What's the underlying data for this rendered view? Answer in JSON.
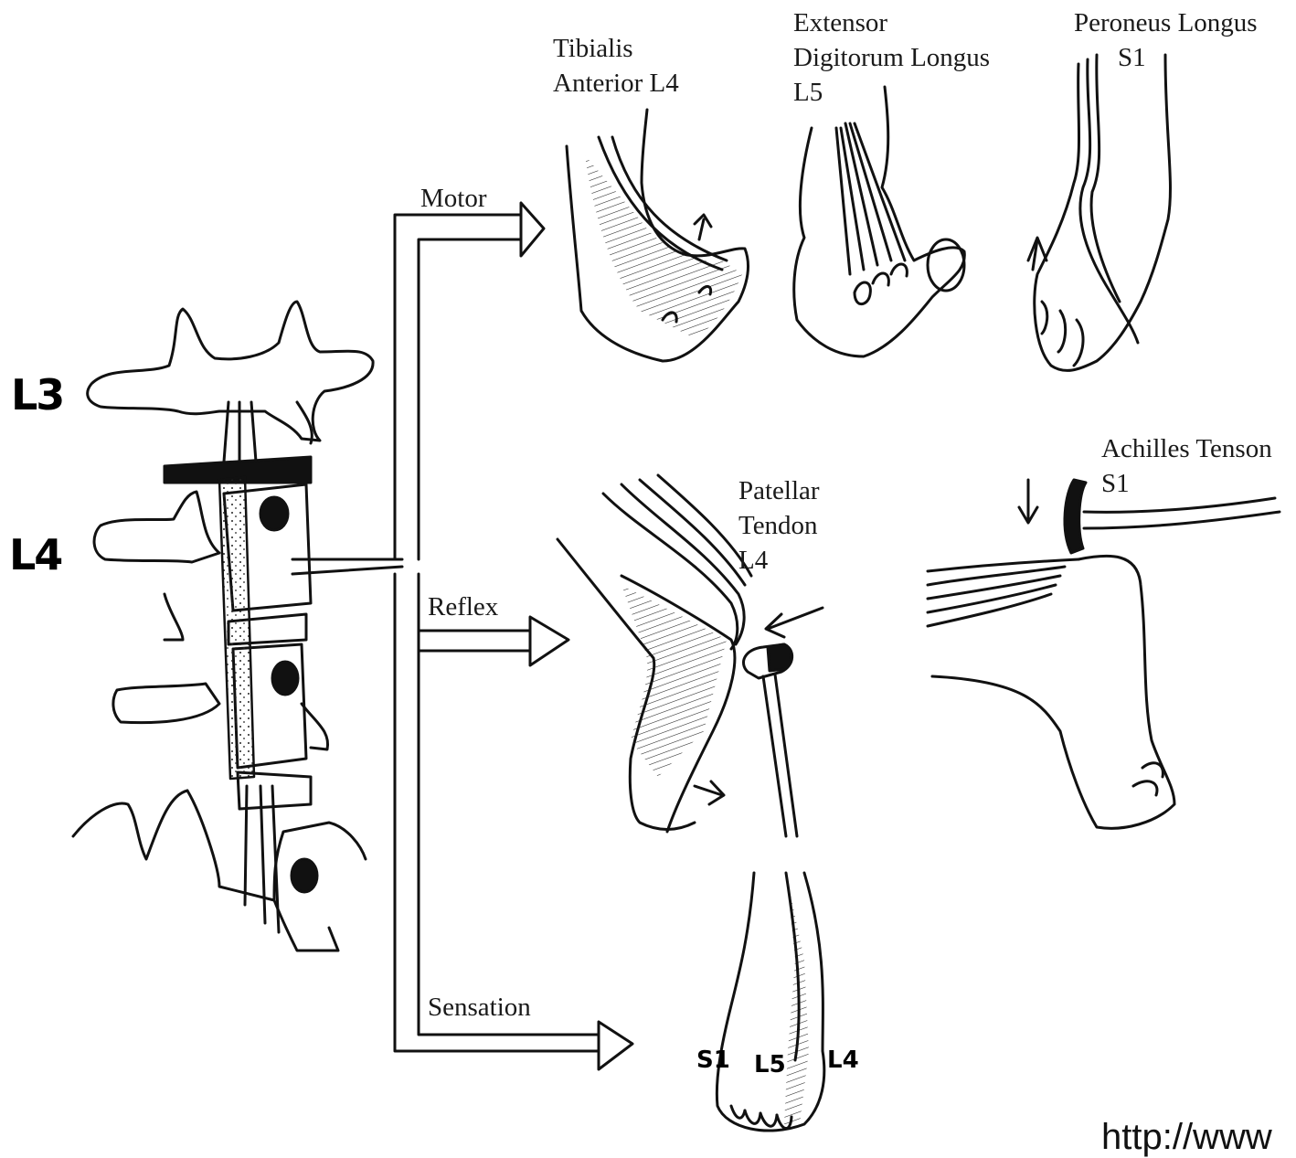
{
  "vertebra_labels": {
    "l3": "L3",
    "l4": "L4"
  },
  "branches": {
    "motor": "Motor",
    "reflex": "Reflex",
    "sensation": "Sensation"
  },
  "motor_tests": {
    "tibialis": [
      "Tibialis",
      "Anterior L4"
    ],
    "extensor": [
      "Extensor",
      "Digitorum Longus",
      "L5"
    ],
    "peroneus": [
      "Peroneus Longus",
      "S1"
    ]
  },
  "reflex_tests": {
    "patellar": [
      "Patellar",
      "Tendon",
      "L4"
    ],
    "achilles": [
      "Achilles Tenson",
      "S1"
    ]
  },
  "sensation_dermatomes": {
    "s1": "S1",
    "l5": "L5",
    "l4": "L4"
  },
  "source_url": "http://www"
}
